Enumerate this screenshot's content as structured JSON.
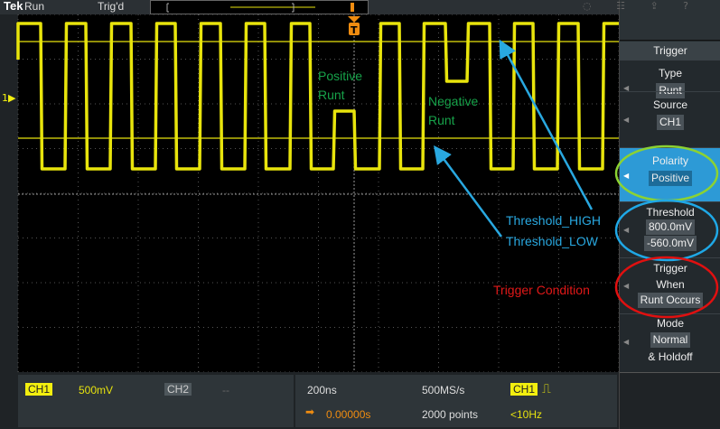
{
  "header": {
    "logo": "Tek",
    "run_state": "Run",
    "trigger_state": "Trig'd",
    "icons": [
      "wifi-icon",
      "network-icon",
      "export-icon",
      "help-icon"
    ]
  },
  "channel_marker": "1",
  "annotations": {
    "positive_runt": [
      "Positive",
      "Runt"
    ],
    "negative_runt": [
      "Negative",
      "Runt"
    ],
    "threshold_high": "Threshold_HIGH",
    "threshold_low": "Threshold_LOW",
    "trigger_condition": "Trigger Condition"
  },
  "panel": {
    "title": "Trigger",
    "type": {
      "label": "Type",
      "value": "Runt"
    },
    "source": {
      "label": "Source",
      "value": "CH1"
    },
    "polarity": {
      "label": "Polarity",
      "value": "Positive"
    },
    "threshold": {
      "label": "Threshold",
      "high": "800.0mV",
      "low": "-560.0mV"
    },
    "trigger_when": {
      "label1": "Trigger",
      "label2": "When",
      "value": "Runt Occurs"
    },
    "mode": {
      "label": "Mode",
      "value": "Normal",
      "extra": "& Holdoff"
    }
  },
  "bottom": {
    "ch1": "CH1",
    "ch1_scale": "500mV",
    "ch2": "CH2",
    "ch2_scale": "--",
    "timebase": "200ns",
    "sample_rate": "500MS/s",
    "trig_source": "CH1",
    "position": "0.00000s",
    "record_length": "2000 points",
    "trig_freq": "<10Hz"
  },
  "colors": {
    "trace": "#e8e40c",
    "annot_green": "#17a34a",
    "annot_blue": "#29a8e0",
    "annot_red": "#e01818",
    "accent": "#2d9ad6"
  }
}
